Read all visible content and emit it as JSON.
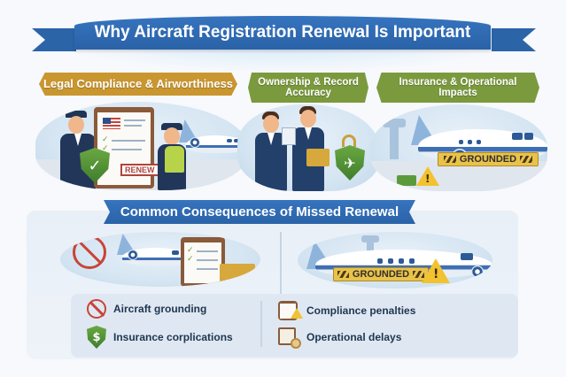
{
  "title": "Why Aircraft Registration Renewal Is Important",
  "sections": [
    {
      "label": "Legal Compliance & Airworthiness",
      "color": "#c9962f",
      "illustration": {
        "elements": [
          "pilot-saluting",
          "clipboard-with-flag",
          "green-shield-check",
          "ground-crew-inspector",
          "private-jet"
        ],
        "stamp_text": "RENEW"
      }
    },
    {
      "label_line1": "Ownership & Record",
      "label_line2": "Accuracy",
      "color": "#7b9a3e",
      "illustration": {
        "elements": [
          "two-businessmen-handshake",
          "documents",
          "folder",
          "padlock-shield-plane"
        ]
      }
    },
    {
      "label_line1": "Insurance & Operational",
      "label_line2": "Impacts",
      "color": "#7b9a3e",
      "illustration": {
        "elements": [
          "control-tower",
          "jet-aircraft",
          "grounded-barrier",
          "money-stack",
          "warning-triangle"
        ],
        "barrier_text": "GROUNDED"
      }
    }
  ],
  "consequences": {
    "title": "Common Consequences of Missed Renewal",
    "left_illustration": {
      "elements": [
        "no-fly-sign",
        "private-jet",
        "checklist-clipboard",
        "file-folders"
      ]
    },
    "right_illustration": {
      "elements": [
        "control-tower",
        "airliner",
        "grounded-barrier",
        "warning-triangle"
      ],
      "barrier_text": "GROUNDED"
    },
    "items": [
      {
        "label": "Aircraft grounding",
        "icon": "no-fly-plane-icon"
      },
      {
        "label": "Insurance corplications",
        "icon": "dollar-shield-icon"
      },
      {
        "label": "Compliance penalties",
        "icon": "clipboard-warning-icon"
      },
      {
        "label": "Operational delays",
        "icon": "documents-clock-icon"
      }
    ]
  },
  "colors": {
    "ribbon_blue": "#2c64a8",
    "gold": "#c9962f",
    "olive": "#7b9a3e",
    "navy_text": "#1f3550",
    "warning_yellow": "#f2c230",
    "alert_red": "#c94438",
    "shield_green": "#5b9a3c"
  }
}
